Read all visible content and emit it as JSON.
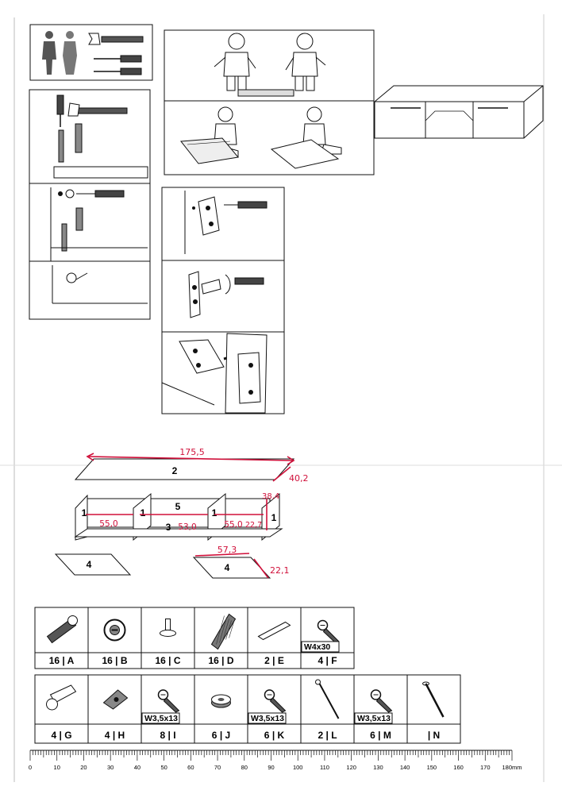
{
  "furniture": {
    "panel_top": "2",
    "panel_side": "1",
    "panel_divider": "1",
    "panel_back": "5",
    "panel_bottom": "3",
    "panel_door": "4"
  },
  "annotations": {
    "top_length": "175,5",
    "top_depth": "40,2",
    "width_left": "55,0",
    "width_middle": "53,0",
    "width_right": "55,0",
    "height_inner": "22,7",
    "depth_right": "38,4",
    "door_length": "57,3",
    "door_height": "22,1",
    "color": "#d0103a"
  },
  "parts": [
    {
      "qty": "16",
      "letter": "A",
      "spec": "",
      "icon": "cam-bolt-icon"
    },
    {
      "qty": "16",
      "letter": "B",
      "spec": "",
      "icon": "cam-lock-icon"
    },
    {
      "qty": "16",
      "letter": "C",
      "spec": "",
      "icon": "shelf-pin-icon"
    },
    {
      "qty": "16",
      "letter": "D",
      "spec": "",
      "icon": "wooden-dowel-icon"
    },
    {
      "qty": "2",
      "letter": "E",
      "spec": "",
      "icon": "handle-icon"
    },
    {
      "qty": "4",
      "letter": "F",
      "spec": "W4x30",
      "icon": "screw-icon"
    },
    {
      "qty": "4",
      "letter": "G",
      "spec": "",
      "icon": "hinge-icon"
    },
    {
      "qty": "4",
      "letter": "H",
      "spec": "",
      "icon": "hinge-plate-icon"
    },
    {
      "qty": "8",
      "letter": "I",
      "spec": "W3,5x13",
      "icon": "screw-icon"
    },
    {
      "qty": "6",
      "letter": "J",
      "spec": "",
      "icon": "bumper-icon"
    },
    {
      "qty": "6",
      "letter": "K",
      "spec": "W3,5x13",
      "icon": "screw-icon"
    },
    {
      "qty": "2",
      "letter": "L",
      "spec": "",
      "icon": "long-screw-icon"
    },
    {
      "qty": "6",
      "letter": "M",
      "spec": "W3,5x13",
      "icon": "screw-icon"
    },
    {
      "qty": "",
      "letter": "N",
      "spec": "",
      "icon": "nail-icon"
    }
  ],
  "ruler": {
    "labels": [
      "0",
      "10",
      "20",
      "30",
      "40",
      "50",
      "60",
      "70",
      "80",
      "90",
      "100",
      "110",
      "120",
      "130",
      "140",
      "150",
      "160",
      "170",
      "180mm"
    ]
  }
}
